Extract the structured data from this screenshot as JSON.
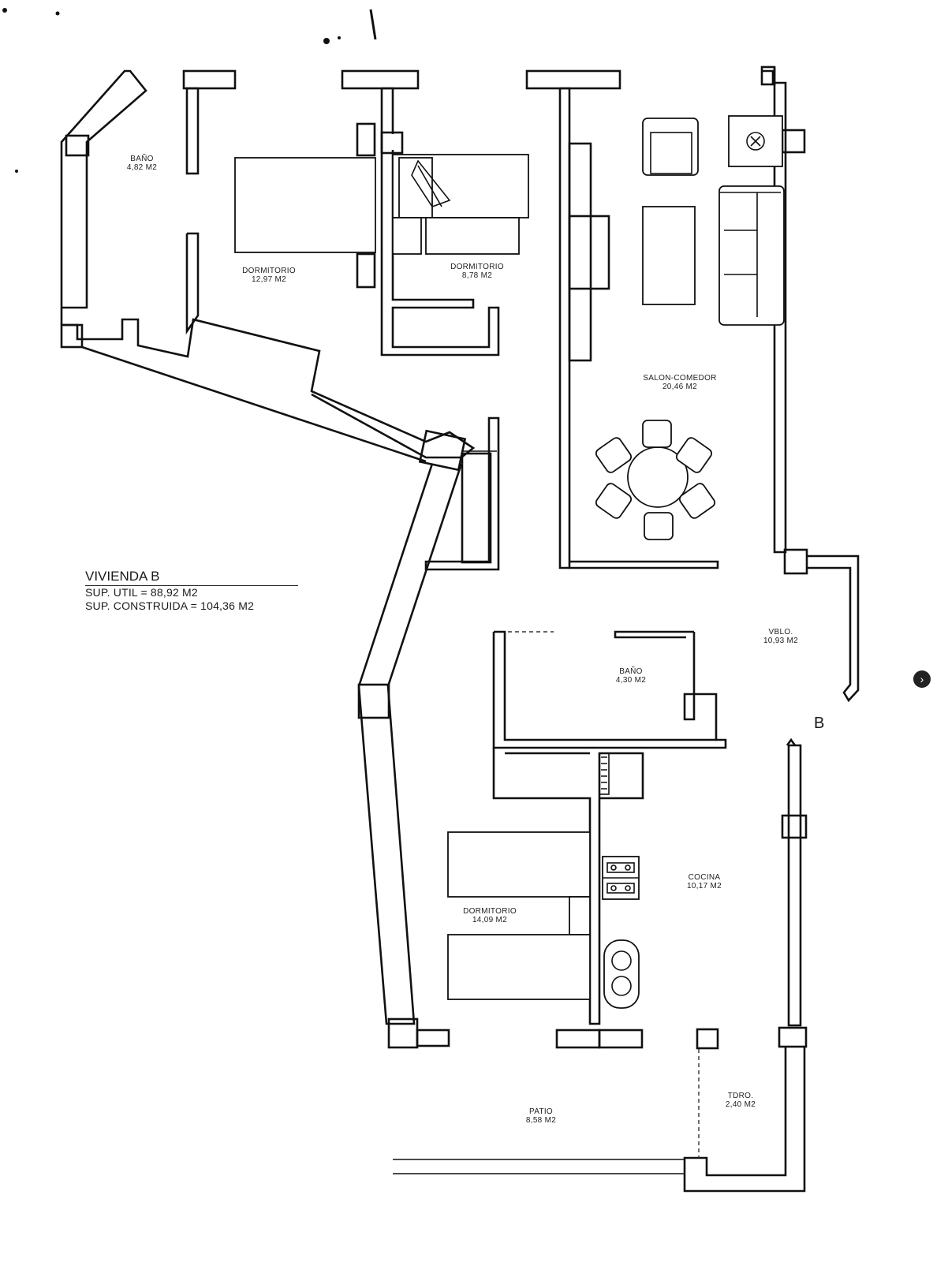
{
  "plan": {
    "unit_name": "VIVIENDA B",
    "sup_util": "SUP. UTIL = 88,92 M2",
    "sup_construida": "SUP. CONSTRUIDA = 104,36 M2",
    "unit_letter": "B"
  },
  "rooms": {
    "bano_1": {
      "name": "BAÑO",
      "area": "4,82 M2"
    },
    "dormitorio_1": {
      "name": "DORMITORIO",
      "area": "12,97 M2"
    },
    "dormitorio_2": {
      "name": "DORMITORIO",
      "area": "8,78 M2"
    },
    "salon": {
      "name": "SALON-COMEDOR",
      "area": "20,46 M2"
    },
    "vestibulo": {
      "name": "VBLO.",
      "area": "10,93 M2"
    },
    "bano_2": {
      "name": "BAÑO",
      "area": "4,30 M2"
    },
    "cocina": {
      "name": "COCINA",
      "area": "10,17 M2"
    },
    "dormitorio_3": {
      "name": "DORMITORIO",
      "area": "14,09 M2"
    },
    "patio": {
      "name": "PATIO",
      "area": "8,58 M2"
    },
    "tendedero": {
      "name": "TDRO.",
      "area": "2,40 M2"
    }
  },
  "icons": {
    "next": "›"
  }
}
